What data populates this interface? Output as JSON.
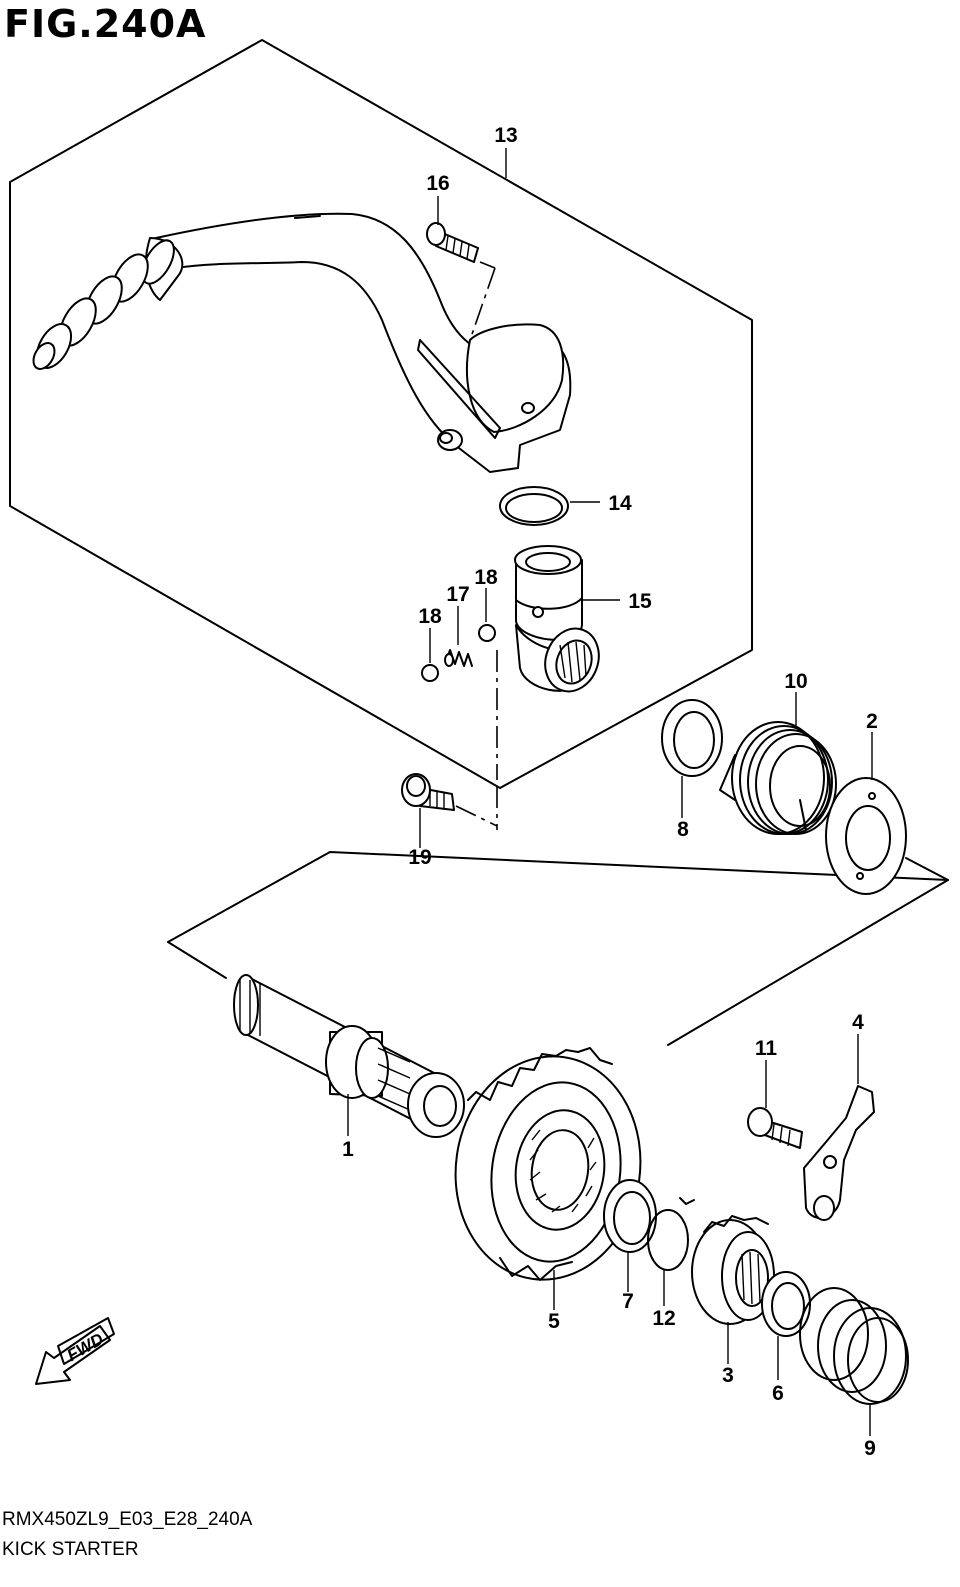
{
  "figure": {
    "title": "FIG.240A",
    "code": "RMX450ZL9_E03_E28_240A",
    "name": "KICK STARTER"
  },
  "callouts": {
    "c1": "1",
    "c2": "2",
    "c3": "3",
    "c4": "4",
    "c5": "5",
    "c6": "6",
    "c7": "7",
    "c8": "8",
    "c9": "9",
    "c10": "10",
    "c11": "11",
    "c12": "12",
    "c13": "13",
    "c14": "14",
    "c15": "15",
    "c16": "16",
    "c17": "17",
    "c18a": "18",
    "c18b": "18",
    "c19": "19"
  },
  "direction_arrow": {
    "label": "FWD"
  }
}
